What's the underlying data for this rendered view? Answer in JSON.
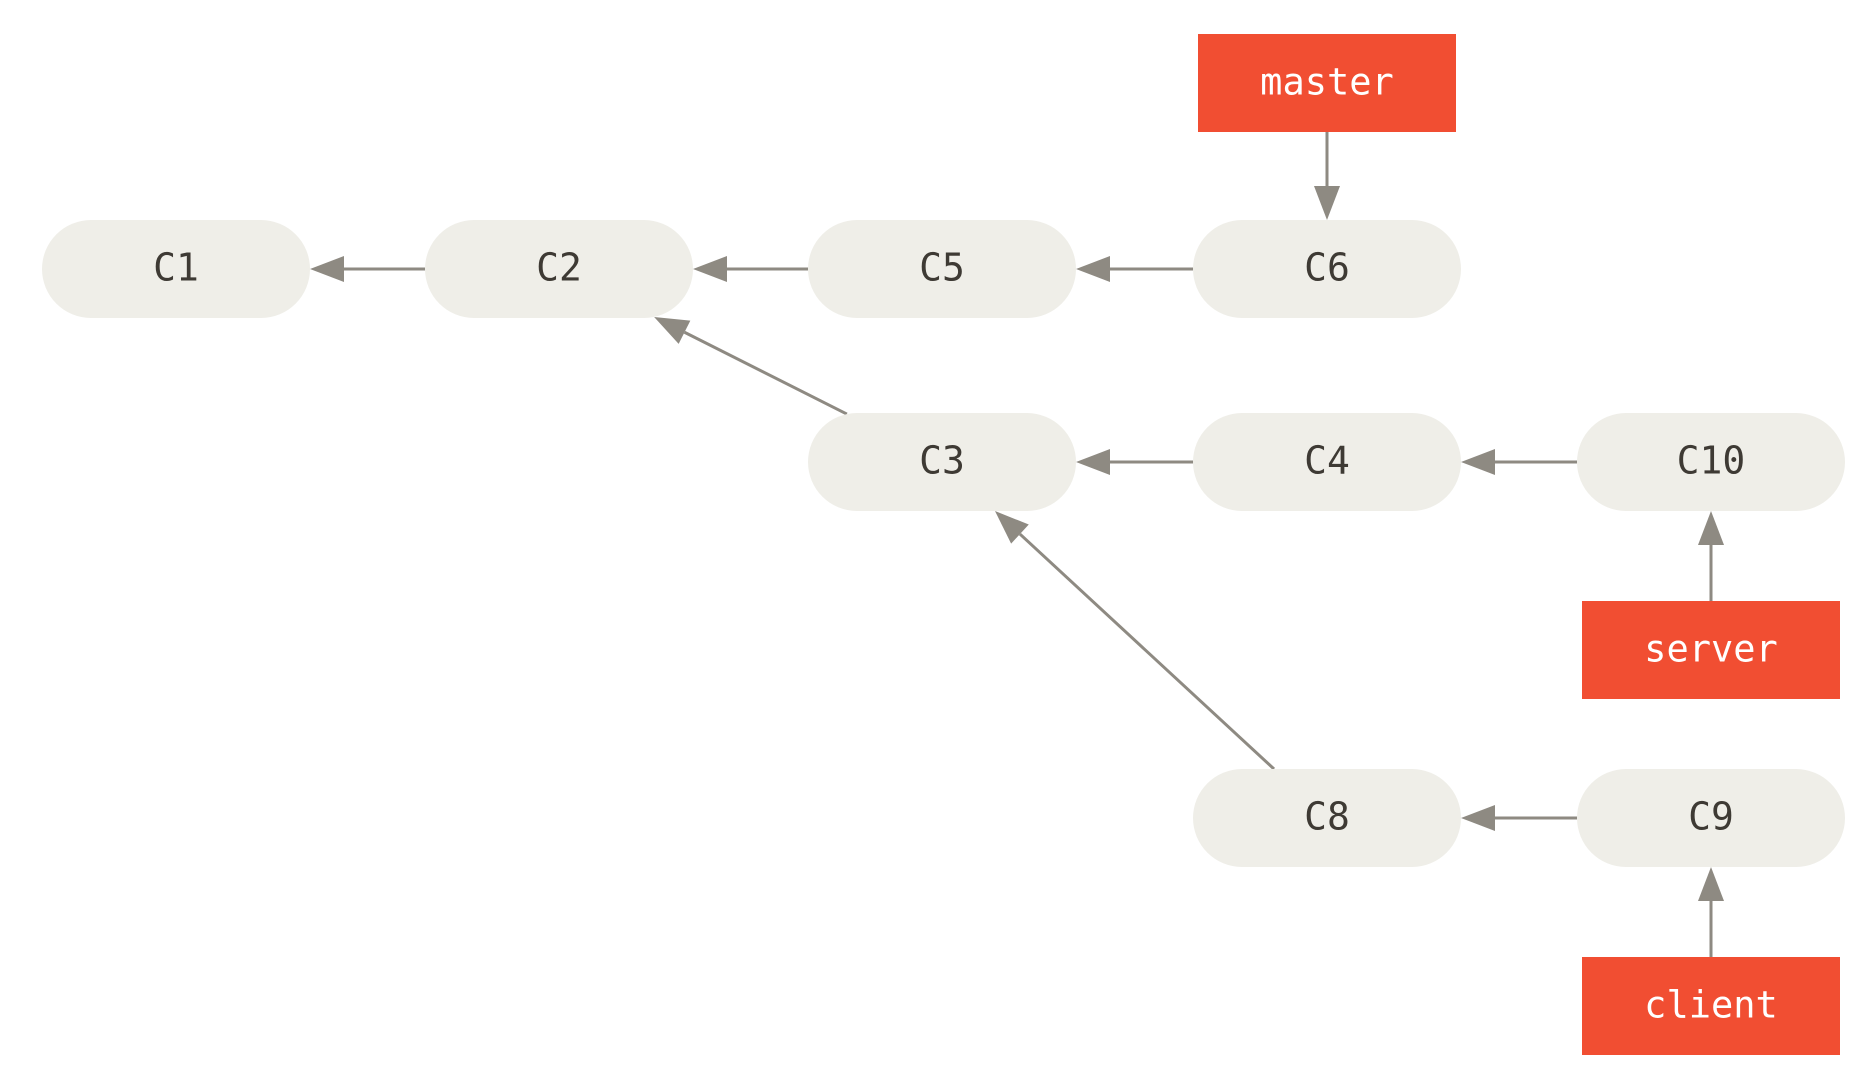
{
  "commits": [
    {
      "id": "C1",
      "label": "C1"
    },
    {
      "id": "C2",
      "label": "C2"
    },
    {
      "id": "C5",
      "label": "C5"
    },
    {
      "id": "C6",
      "label": "C6"
    },
    {
      "id": "C3",
      "label": "C3"
    },
    {
      "id": "C4",
      "label": "C4"
    },
    {
      "id": "C10",
      "label": "C10"
    },
    {
      "id": "C8",
      "label": "C8"
    },
    {
      "id": "C9",
      "label": "C9"
    }
  ],
  "branches": [
    {
      "id": "master",
      "label": "master",
      "points_to": "C6"
    },
    {
      "id": "server",
      "label": "server",
      "points_to": "C10"
    },
    {
      "id": "client",
      "label": "client",
      "points_to": "C9"
    }
  ],
  "parent_links": [
    {
      "from": "C2",
      "to": "C1"
    },
    {
      "from": "C5",
      "to": "C2"
    },
    {
      "from": "C6",
      "to": "C5"
    },
    {
      "from": "C3",
      "to": "C2"
    },
    {
      "from": "C4",
      "to": "C3"
    },
    {
      "from": "C10",
      "to": "C4"
    },
    {
      "from": "C8",
      "to": "C3"
    },
    {
      "from": "C9",
      "to": "C8"
    }
  ],
  "colors": {
    "commit_fill": "#efeee8",
    "commit_text": "#3e3a34",
    "branch_fill": "#f14e32",
    "branch_text": "#ffffff",
    "arrow": "#8e8a82"
  }
}
